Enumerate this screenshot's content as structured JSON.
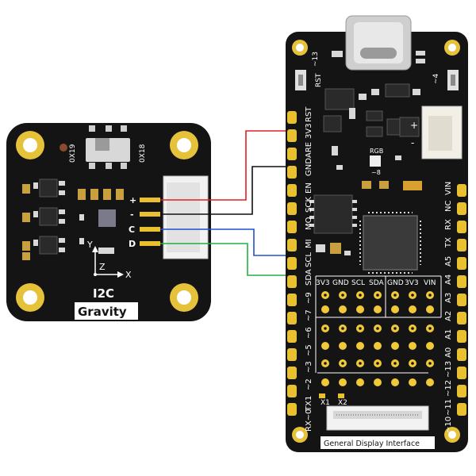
{
  "sensor": {
    "title_i2c": "I2C",
    "title_gravity": "Gravity",
    "label_0x19": "0X19",
    "label_0x18": "0X18",
    "axis_y": "Y",
    "axis_z": "Z",
    "axis_x": "X",
    "pin_plus": "+",
    "pin_minus": "-",
    "pin_c": "C",
    "pin_d": "D"
  },
  "board": {
    "btn_13": "~13",
    "btn_rst": "RST",
    "btn_4": "~4",
    "rgb": "RGB",
    "rgb_8": "~8",
    "bottom_label": "General Display Interface",
    "left_pins": [
      "3V3",
      "RST",
      "GND",
      "ARE",
      "SCK",
      "EN",
      "MI",
      "MO",
      "SCL",
      "SDA",
      "~9",
      "~7",
      "~6",
      "~5",
      "~3",
      "~2",
      "TX1",
      "RX~0"
    ],
    "right_pins": [
      "VIN",
      "NC",
      "RX",
      "TX",
      "A5",
      "A4",
      "A3",
      "A2",
      "A1",
      "A0",
      "~13",
      "~12",
      "~11",
      "~10"
    ],
    "header_row": [
      "3V3",
      "GND",
      "SCL",
      "SDA",
      "GND",
      "3V3",
      "VIN"
    ],
    "x1": "X1",
    "x2": "X2"
  },
  "wire_colors": {
    "vcc": "#e02020",
    "gnd": "#111111",
    "scl": "#2050d0",
    "sda": "#20b040"
  }
}
